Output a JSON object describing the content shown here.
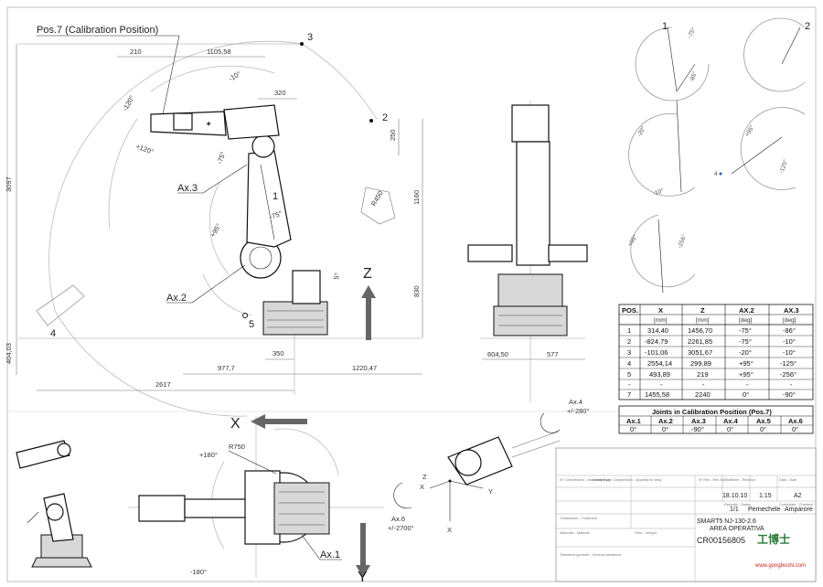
{
  "dimensions": {
    "d210": "210",
    "d1105": "1105,58",
    "d320": "320",
    "d250": "250",
    "d1160": "1160",
    "d830": "830",
    "d3097": "3097",
    "d404": "404,03",
    "d350": "350",
    "d977": "977,7",
    "d1220": "1220,47",
    "d2617": "2617",
    "d604": "604,50",
    "d577": "577",
    "r450": "R450",
    "r750": "R750"
  },
  "angles": {
    "a_m120": "-120°",
    "a_p120": "+120°",
    "a_m10": "-10°",
    "a_m75": "-75°",
    "a_m75b": "-75°",
    "a_p95": "+95°",
    "a_5": "5°",
    "a_p180": "+180°",
    "a_m180": "-180°",
    "ax4": "Ax.4",
    "ax4_range": "+/-280°",
    "ax6": "Ax.6",
    "ax6_range": "+/-2700°"
  },
  "labels": {
    "pos7_title": "Pos.7 (Calibration Position)",
    "ax3": "Ax.3",
    "ax2": "Ax.2",
    "ax1": "Ax.1",
    "axis_z": "Z",
    "axis_x": "X",
    "axis_y": "Y",
    "axis_z_small": "Z",
    "axis_x_small": "X",
    "axis_y_small": "Y",
    "p1": "1",
    "p2": "2",
    "p3": "3",
    "p4": "4",
    "p5": "5"
  },
  "side_positions": {
    "p1": {
      "label": "1",
      "a1": "-75°",
      "a2": "-85°"
    },
    "p2": {
      "label": "2"
    },
    "p3": {
      "a1": "-20°",
      "a2": "-10°"
    },
    "p4": {
      "label": "4",
      "a1": "+95°",
      "a2": "-125°"
    },
    "p5": {
      "a1": "+95°",
      "a2": "-256°"
    }
  },
  "positions_table": {
    "headers": [
      "POS.",
      "X",
      "Z",
      "AX.2",
      "AX.3"
    ],
    "units": [
      "",
      "[mm]",
      "[mm]",
      "[deg]",
      "[deg]"
    ],
    "rows": [
      [
        "1",
        "314,40",
        "1456,70",
        "-75°",
        "-86°"
      ],
      [
        "2",
        "-824,79",
        "2261,85",
        "-75°",
        "-10°"
      ],
      [
        "3",
        "-101,06",
        "3051,67",
        "-20°",
        "-10°"
      ],
      [
        "4",
        "2554,14",
        "299,89",
        "+95°",
        "-125°"
      ],
      [
        "5",
        "493,89",
        "219",
        "+95°",
        "-256°"
      ],
      [
        "-",
        "-",
        "-",
        "-",
        "-"
      ],
      [
        "7",
        "1455,58",
        "2240",
        "0°",
        "-90°"
      ]
    ]
  },
  "joints_table": {
    "title": "Joints in Calibration Position (Pos.7)",
    "headers": [
      "Ax.1",
      "Ax.2",
      "Ax.3",
      "Ax.4",
      "Ax.5",
      "Ax.6"
    ],
    "values": [
      "0°",
      "0°",
      "-90°",
      "0°",
      "0°",
      "0°"
    ]
  },
  "title_block": {
    "date": "18.10.10",
    "scale": "1:15",
    "format": "A2",
    "sheet": "1/1",
    "drawn": "Pernechele",
    "checked": "Amparore",
    "title": "SMART5 NJ-130-2.6",
    "subtitle": "AREA OPERATIVA",
    "code": "CR00156805",
    "small_captions": [
      "N° Complessivo - Assembly Dwg",
      "Quantità per Complessivo - Quantity for assy",
      "N° Rev - Rev No",
      "Modifiche - Revision",
      "Data - Date",
      "Eseguito - Drawn",
      "Controllato - Checked",
      "Tolleranze generali - General tolerances",
      "Trattamento - Treatment",
      "Materiale - Material",
      "Peso - Weight"
    ]
  },
  "watermark": {
    "brand": "工博士",
    "site": "www.gongboshi.com"
  }
}
